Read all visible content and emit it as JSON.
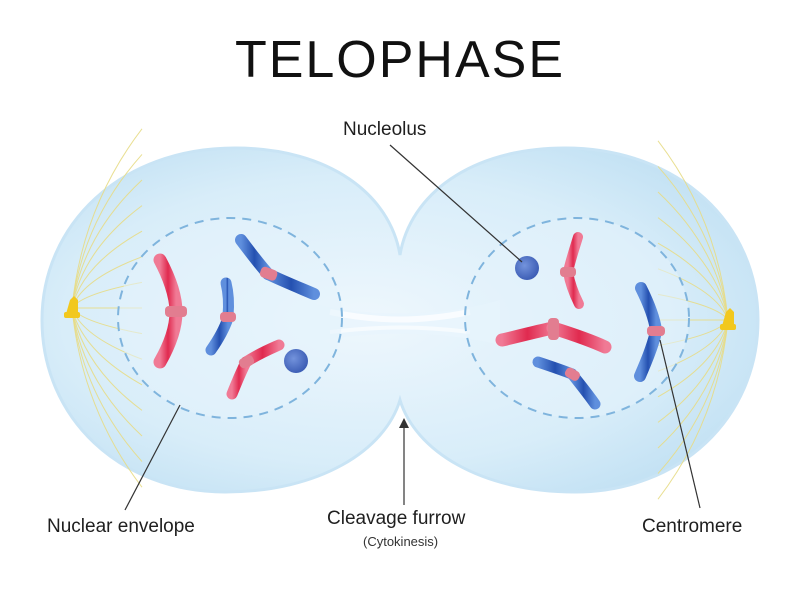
{
  "title": "TELOPHASE",
  "labels": {
    "nucleolus": "Nucleolus",
    "nuclear_envelope": "Nuclear envelope",
    "cleavage_furrow": "Cleavage furrow",
    "cytokinesis": "(Cytokinesis)",
    "centromere": "Centromere"
  },
  "colors": {
    "cell_fill": "#d6ecf8",
    "cell_edge": "#bfe0f3",
    "envelope": "#7fb4dd",
    "chromosome_red": "#e8385a",
    "chromosome_blue": "#2d5db9",
    "centromere": "#e27d90",
    "nucleolus": "#4b6cc4",
    "centrosome": "#f2c81e",
    "spindle": "#e7dc86"
  }
}
